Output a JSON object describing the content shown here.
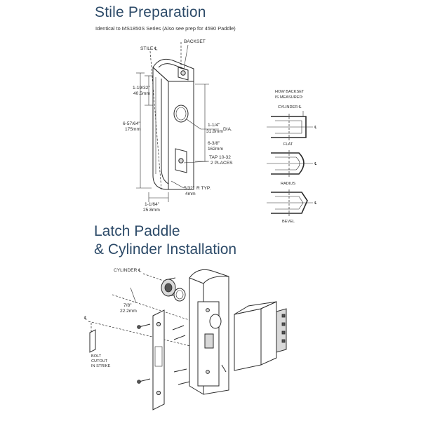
{
  "stile_section": {
    "title": "Stile Preparation",
    "subtitle": "Identical to MS1850S Series (Also see prep for 4590 Paddle)",
    "labels": {
      "stile_cl": "STILE ℄",
      "backset": "BACKSET",
      "dim_a_frac": "1-19/32\"",
      "dim_a_mm": "40.5mm",
      "dim_b_frac": "6-57/64\"",
      "dim_b_mm": "175mm",
      "dim_c_frac": "1-1/4\"",
      "dim_c_mm": "31.8mm",
      "dim_c_suffix": "DIA.",
      "dim_d_frac": "6-3/8\"",
      "dim_d_mm": "162mm",
      "tap_1": "TAP 10-32",
      "tap_2": "2 PLACES",
      "radius_frac": "5/32\"",
      "radius_suffix": "R TYP.",
      "radius_mm": "4mm",
      "width_frac": "1-1/64\"",
      "width_mm": "25.8mm"
    },
    "backset_panel": {
      "heading_1": "HOW BACKSET",
      "heading_2": "IS MEASURED:",
      "cylinder_cl": "CYLINDER ℄",
      "types": [
        "FLAT",
        "RADIUS",
        "BEVEL"
      ]
    }
  },
  "latch_section": {
    "title_line_1": "Latch Paddle",
    "title_line_2": "& Cylinder Installation",
    "labels": {
      "cylinder_cl": "CYLINDER ℄",
      "dim_frac": "7/8\"",
      "dim_mm": "22.2mm",
      "cl_mark": "℄",
      "bolt_1": "BOLT",
      "bolt_2": "CUTOUT",
      "bolt_3": "IN STRIKE"
    }
  }
}
